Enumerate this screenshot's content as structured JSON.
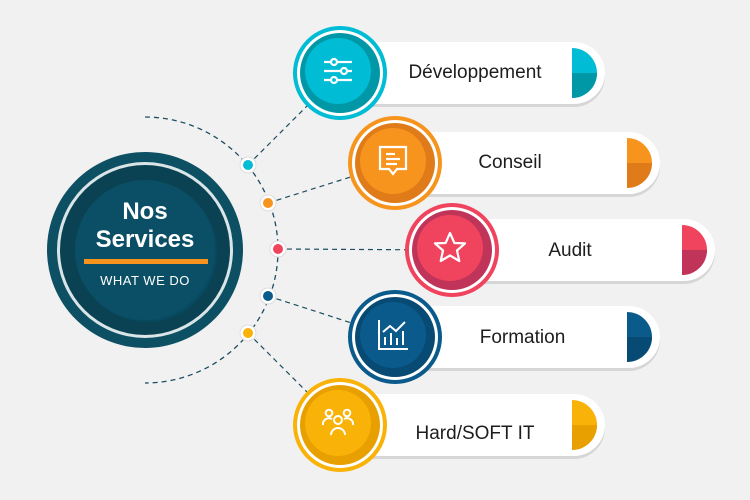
{
  "hub": {
    "title_line1": "Nos",
    "title_line2": "Services",
    "subtitle": "WHAT WE DO"
  },
  "services": [
    {
      "label": "Développement",
      "icon": "sliders-icon",
      "color": "#00bcd4",
      "dark": "#0097a7"
    },
    {
      "label": "Conseil",
      "icon": "chat-message-icon",
      "color": "#f7941d",
      "dark": "#e07b1a"
    },
    {
      "label": "Audit",
      "icon": "star-icon",
      "color": "#f0435e",
      "dark": "#c0345a"
    },
    {
      "label": "Formation",
      "icon": "bar-chart-icon",
      "color": "#0a5a8c",
      "dark": "#074a73"
    },
    {
      "label": "Hard/SOFT IT",
      "icon": "users-icon",
      "color": "#f9b208",
      "dark": "#e8a000"
    }
  ],
  "colors": {
    "hub_outer": "#0d4f63",
    "hub_inner": "#074a60",
    "accent": "#f7941d"
  }
}
